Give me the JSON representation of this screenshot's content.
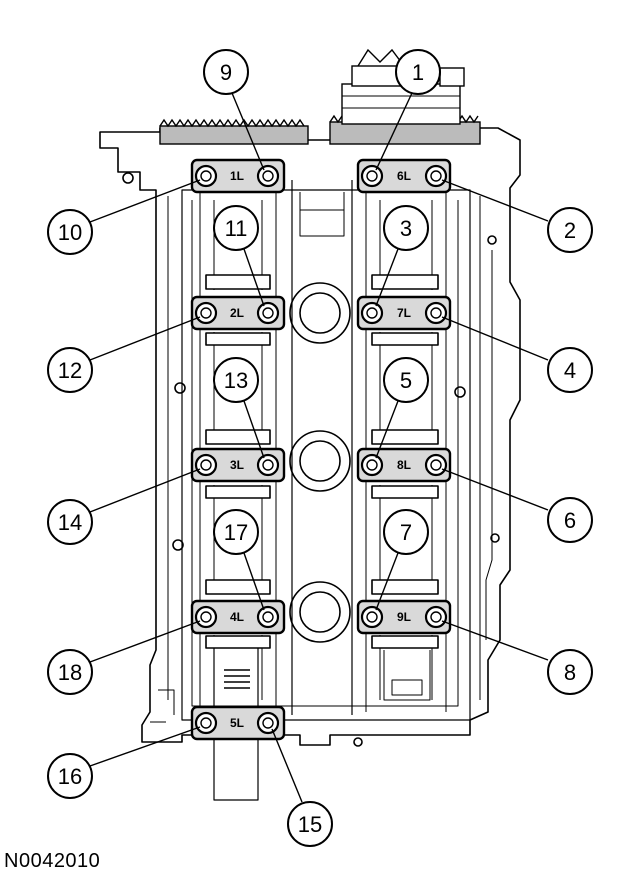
{
  "figure_id": "N0042010",
  "caps_left": [
    "1L",
    "2L",
    "3L",
    "4L",
    "5L"
  ],
  "caps_right": [
    "6L",
    "7L",
    "8L",
    "9L"
  ],
  "callouts": [
    "1",
    "2",
    "3",
    "4",
    "5",
    "6",
    "7",
    "8",
    "9",
    "10",
    "11",
    "12",
    "13",
    "14",
    "15",
    "16",
    "17",
    "18"
  ],
  "colors": {
    "line": "#000000",
    "cap_fill": "#d9d9d9",
    "background": "#ffffff"
  }
}
